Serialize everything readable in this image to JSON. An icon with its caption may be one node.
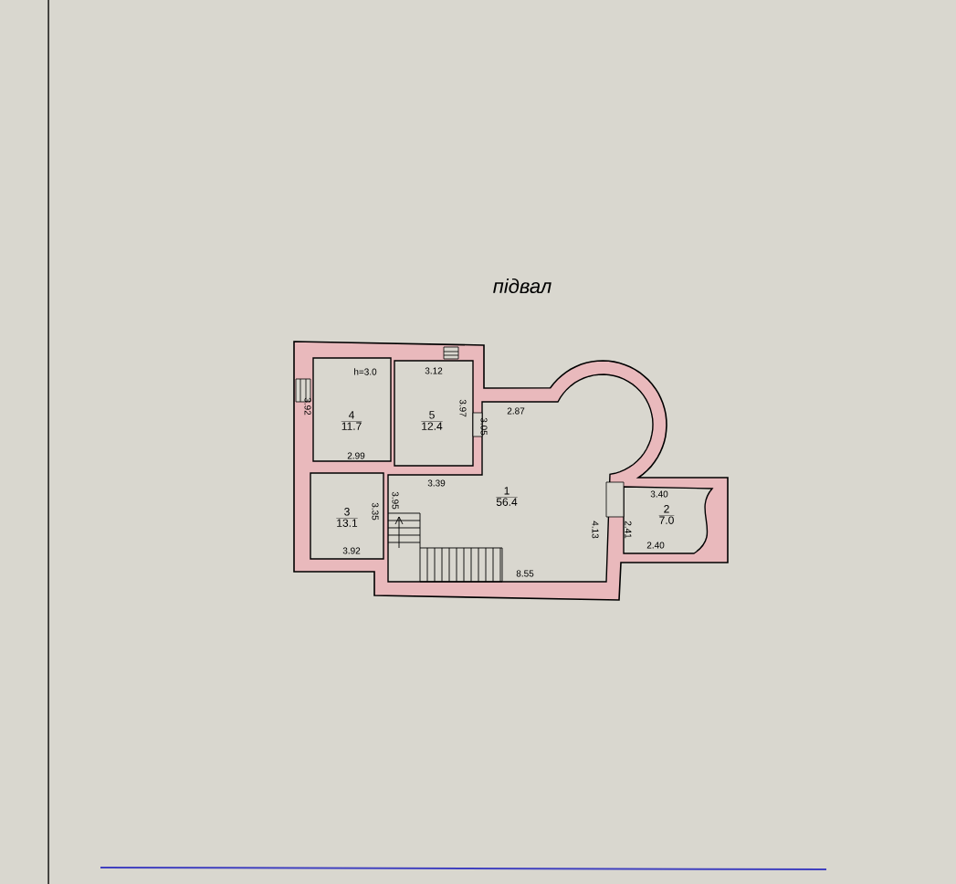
{
  "diagram": {
    "title": "підвал",
    "nodes": [
      {
        "text": [
          "4",
          "11.7"
        ]
      },
      {
        "text": [
          "5",
          "12.4"
        ]
      },
      {
        "text": [
          "1",
          "56.4"
        ]
      },
      {
        "text": [
          "3",
          "13.1"
        ]
      },
      {
        "text": [
          "2",
          "7.0"
        ]
      }
    ],
    "labels": [
      "h=3.0",
      "3.12",
      "3.92",
      "3.97",
      "2.87",
      "3.05",
      "2.99",
      "3.39",
      "3.40",
      "3.95",
      "3.35",
      "4.13",
      "2.41",
      "2.40",
      "3.92",
      "8.55"
    ]
  }
}
